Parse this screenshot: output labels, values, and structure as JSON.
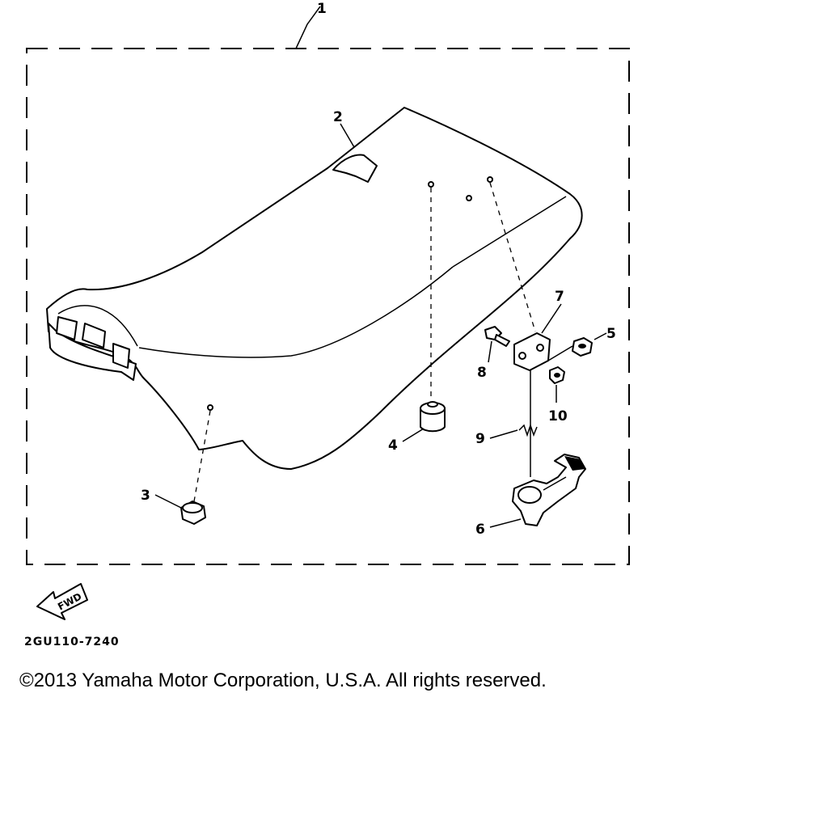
{
  "callouts": {
    "c1": "1",
    "c2": "2",
    "c3": "3",
    "c4": "4",
    "c5": "5",
    "c6": "6",
    "c7": "7",
    "c8": "8",
    "c9": "9",
    "c10": "10"
  },
  "direction_arrow": "FWD",
  "part_code": "2GU110-7240",
  "copyright": "©2013 Yamaha Motor Corporation, U.S.A. All rights reserved."
}
